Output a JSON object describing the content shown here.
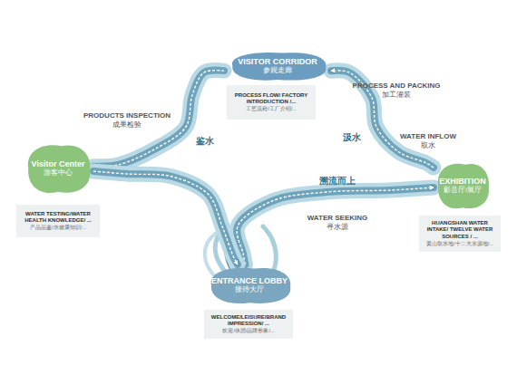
{
  "diagram": {
    "nodes": [
      {
        "text": [
          "VISITOR CORRIDOR",
          "参观走廊"
        ]
      },
      {
        "text": [
          "PROCESS FLOW/ FACTORY INTRODUCTION /...",
          "工艺流程/工厂介绍/..."
        ]
      },
      {
        "text": [
          "Visitor Center",
          "游客中心"
        ]
      },
      {
        "text": [
          "WATER TESTING/WATER HEALTH KNOWLEDGE/ ...",
          "产品品鉴/水健康知识/..."
        ]
      },
      {
        "text": [
          "EXHIBITION",
          "影音厅/展厅"
        ]
      },
      {
        "text": [
          "HUANGSHAN WATER INTAKE/ TWELVE WATER SOURCES / ...",
          "黄山取水地/十二大水源地/..."
        ]
      },
      {
        "text": [
          "ENTRANCE LOBBY",
          "接待大厅"
        ]
      },
      {
        "text": [
          "WELCOME/LEISURE/BRAND IMPRESSION/ ...",
          "欢迎/休憩/品牌形象/..."
        ]
      }
    ],
    "edges": [
      {
        "from": 6,
        "to": 4,
        "arrow": "to",
        "label": "溯流而上"
      },
      {
        "from": 4,
        "to": 0,
        "arrow": "to",
        "label": "汲水"
      },
      {
        "from": 0,
        "to": 2,
        "arrow": "to",
        "label": "鉴水"
      },
      {
        "from": 2,
        "to": 6,
        "arrow": "to"
      }
    ],
    "labels": [
      "PRODUCTS INSPECTION",
      "成果检验",
      "PROCESS AND PACKING",
      "加工灌装",
      "WATER INFLOW",
      "取水",
      "WATER SEEKING",
      "寻水源"
    ]
  }
}
